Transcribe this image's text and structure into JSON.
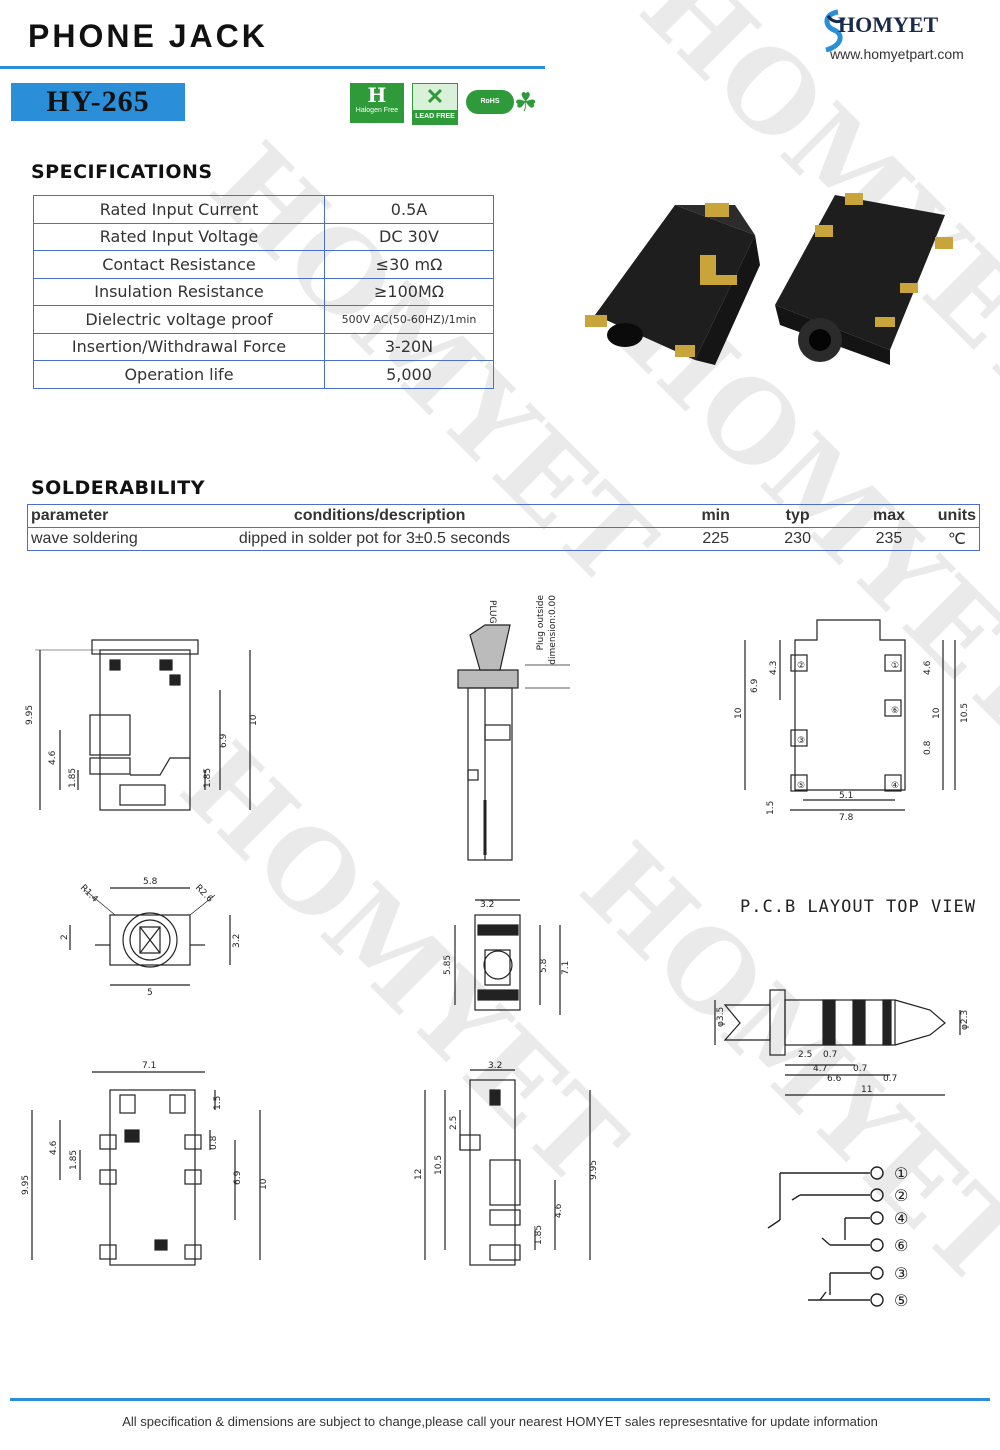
{
  "header": {
    "title": "PHONE JACK",
    "model": "HY-265",
    "brand": "HOMYET",
    "url": "www.homyetpart.com",
    "badges": [
      "Halogen Free",
      "LEAD FREE",
      "RoHS Compliant"
    ]
  },
  "specifications": {
    "title": "SPECIFICATIONS",
    "rows": [
      {
        "label": "Rated Input Current",
        "value": "0.5A"
      },
      {
        "label": "Rated Input Voltage",
        "value": "DC 30V"
      },
      {
        "label": "Contact Resistance",
        "value": "≤30 mΩ"
      },
      {
        "label": "Insulation Resistance",
        "value": "≥100MΩ"
      },
      {
        "label": "Dielectric voltage proof",
        "value": "500V AC(50-60HZ)/1min"
      },
      {
        "label": "Insertion/Withdrawal Force",
        "value": "3-20N"
      },
      {
        "label": "Operation life",
        "value": "5,000"
      }
    ]
  },
  "solderability": {
    "title": "SOLDERABILITY",
    "headers": [
      "parameter",
      "conditions/description",
      "min",
      "typ",
      "max",
      "units"
    ],
    "row": [
      "wave soldering",
      "dipped in solder pot for 3±0.5 seconds",
      "225",
      "230",
      "235",
      "℃"
    ]
  },
  "drawings": {
    "plug_label": "PLUG",
    "plug_note_1": "Plug outside",
    "plug_note_2": "dimension:0.00",
    "pcb_layout": "P.C.B LAYOUT  TOP VIEW",
    "pins": [
      "①",
      "②",
      "④",
      "⑥",
      "③",
      "⑤"
    ],
    "dims": {
      "d_995": "9.95",
      "d_10": "10",
      "d_69": "6.9",
      "d_46": "4.6",
      "d_185": "1.85",
      "d_58": "5.8",
      "d_5": "5",
      "d_32": "3.2",
      "d_2": "2",
      "d_r14": "R1.4",
      "d_r26": "R2.6",
      "d_71": "7.1",
      "d_15": "1.5",
      "d_32b": "3.2",
      "d_12": "12",
      "d_105": "10.5",
      "d_585": "5.85",
      "d_51": "5.1",
      "d_78": "7.8",
      "d_43": "4.3",
      "d_08": "0.8",
      "d_25": "2.5",
      "d_47": "4.7",
      "d_66": "6.6",
      "d_07": "0.7",
      "d_11": "11",
      "d_phi35": "φ3.5",
      "d_phi23": "φ2.3"
    }
  },
  "footer": "All specification & dimensions are subject to change,please call your nearest HOMYET sales represesntative for update information",
  "watermark": "HOMYET",
  "colors": {
    "accent": "#2a8fd8",
    "table_border": "#4a6fc8",
    "brand_navy": "#1a2a4a"
  }
}
